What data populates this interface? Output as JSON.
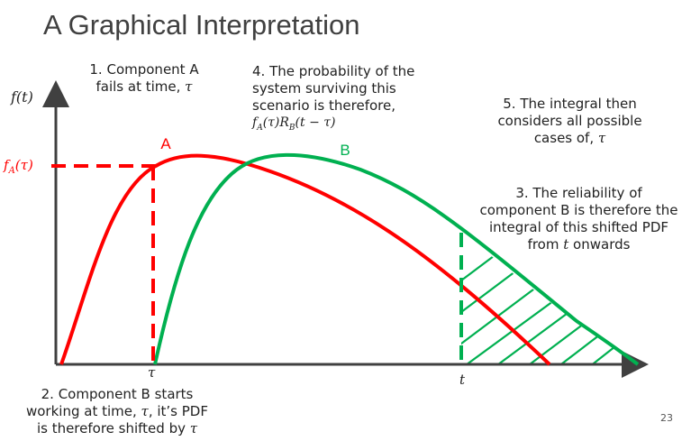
{
  "slide": {
    "title": "A Graphical Interpretation",
    "page_number": "23"
  },
  "axes": {
    "y_label": "f(t)",
    "fa_label": "f",
    "fa_sub": "A",
    "fa_arg": "(τ)",
    "tau_tick": "τ",
    "t_tick": "t"
  },
  "curves": {
    "a_label": "A",
    "b_label": "B",
    "a_color": "#ff0000",
    "b_color": "#00b050"
  },
  "notes": {
    "n1_line1": "1. Component A",
    "n1_line2": "fails at time, ",
    "n1_var": "τ",
    "n2_line1": "2. Component B starts",
    "n2_line2a": "working at time, ",
    "n2_var": "τ",
    "n2_line2b": ", it’s PDF",
    "n2_line3": "is therefore shifted by ",
    "n2_var2": "τ",
    "n3_line1": "3. The reliability of",
    "n3_line2": "component B is therefore the",
    "n3_line3": "integral of this shifted PDF",
    "n3_line4a": "from ",
    "n3_var": "t",
    "n3_line4b": " onwards",
    "n4_line1": "4. The probability of the",
    "n4_line2": "system surviving this",
    "n4_line3": "scenario is therefore,",
    "n4_formula": "f_A(τ)R_B(t − τ)",
    "n5_line1": "5. The integral then",
    "n5_line2": "considers all possible",
    "n5_line3": "cases of, ",
    "n5_var": "τ"
  }
}
